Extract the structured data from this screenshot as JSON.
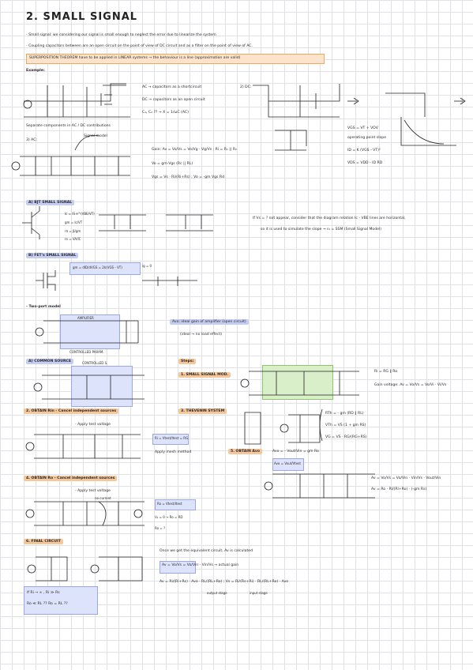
{
  "title": "2. SMALL SIGNAL",
  "intro": {
    "line1": "- Small signal: we considering our signal is small enough to neglect the error due to linearize the system",
    "line2": "- Coupling capacitors between are an open circuit on the point of view of DC circuit and as a filter on the point of view of AC.",
    "superposition": "SUPERPOSITION THEOREM   have to be applied in LINEAR systems → the behaviour is a line (approximation are valid)",
    "example": "Example:"
  },
  "ac_dc": {
    "ac_label": "AC → capacitors as a shortcircuit",
    "dc_label": "DC → capacitors as an open circuit",
    "cap_eq": "C₁, C₂ ?? → X = 1/ωC (AC)",
    "dc_title": "2) DC:",
    "separate": "Separate components in AC / DC contributions",
    "ac_title": "3) AC:",
    "signal_model": "Signal model"
  },
  "equations": {
    "gain": "Gain: Av = Vo/Vs = Vo/Vg · Vg/Vs ; Ri = R₁ || R₂",
    "vo": "Vo = gm·Vgs (Rc || RL)",
    "vgs": "Vgs = Vs · Ri/(Ri+Rs)",
    "vgs_long": "Vgs = Vs · Ri/(Ri+Rs) ; Vo = -gm Vgs Rd",
    "q1": "VGS = VT + VOV",
    "q2": "ID = K (VGS - VT)²",
    "q3": "VDS = VDD - ID RD",
    "slope_note": "operating point slope"
  },
  "bjt": {
    "header": "A) BJT SMALL SIGNAL",
    "ic": "Ic = IS e^(VBE/VT)",
    "gm": "gm = Ic/VT",
    "rpi": "rπ = β/gm",
    "ro": "ro = VA/IC",
    "note1": "If Vs = ? not appear, consider that the diagram relation Ic - VBE lines are horizontal,",
    "note2": "so it is used to simulate the slope → r₀ = SSM (Small Signal Model)"
  },
  "fet": {
    "header": "B) FET's SMALL SIGNAL",
    "gm": "gm = dID/dVGS = 2k(VGS - VT)",
    "extra": "ig = 0"
  },
  "two_port": {
    "header": "- Two-port model",
    "amplifier": "AMPLIFIER",
    "controlled": "CONTROLLED PARAM.",
    "av_note": "Avo: ideal gain of amplifier (open circuit)",
    "ideal": "(ideal → no load effect)"
  },
  "common_source": {
    "header": "A) COMMON SOURCE",
    "sub": "CONTROLLED S.",
    "steps": "Steps:"
  },
  "steps": {
    "s1": "1. SMALL SIGNAL MOD.",
    "s2": "2. OBTAIN Rin - Cancel independent sources",
    "s2b": "- Apply test voltage",
    "s2eq": "Ri = Vtest/Itest = RG",
    "s2c": "Apply mesh method",
    "s3": "3. THEVENIN SYSTEM",
    "s4": "4. OBTAIN Ro - Cancel independent sources",
    "s4b": "- Apply test voltage",
    "s4c": "no current",
    "s5": "5. OBTAIN Avo",
    "s6": "6. FINAL CIRCUIT"
  },
  "results": {
    "ri": "Ri = RG ∥ Ro",
    "gain_v": "Gain voltage: Av = Vo/Vs = Vo/Vi · Vi/Vs",
    "th1": "RTh = - gm (RD ∥ RL)",
    "th2": "VTh = VS (1 + gm RS)",
    "th3": "VG = VS · RG/(RG+RS)",
    "avo": "Avo = - Vout/Vin = gm Ro",
    "avo_box": "Avo = Vout/Vtest",
    "ro_box": "Ro = Vtest/Itest",
    "ro_eq": "Ro = ?",
    "gm_rd": "V₂ = 0 → Ro = RD",
    "av_full": "Av = Vo/Vs = Vo/Vin · Vin/Vs · Vout/Vin",
    "av_eq": "Av = Ro · Rl/(Rl+Ro) · (-gm Rs)",
    "final1": "Once we get the equivalent circuit, Av is calculated",
    "final_eq": "Av = Vo/Vs = Vo/Vin · Vin/Vs → actual gain",
    "final_eq2": "Av = Ri/(Ri+Rs) · Avo · RL/(RL+Ro) ; Vs = Ri/(Rs+Ri) · RL/(RL+Ro) · Avo",
    "final_lbl1": "output stage",
    "final_lbl2": "input stage",
    "cond1": "If Ri → ∞ , Ri ≫ Rs",
    "cond2": "Ro ≪ RL ??   Ro = RL ??"
  },
  "colors": {
    "orange": "#f6c79b",
    "blue": "#c5cdf3",
    "green": "#cfe8b8",
    "grid": "#c9ccd3"
  }
}
